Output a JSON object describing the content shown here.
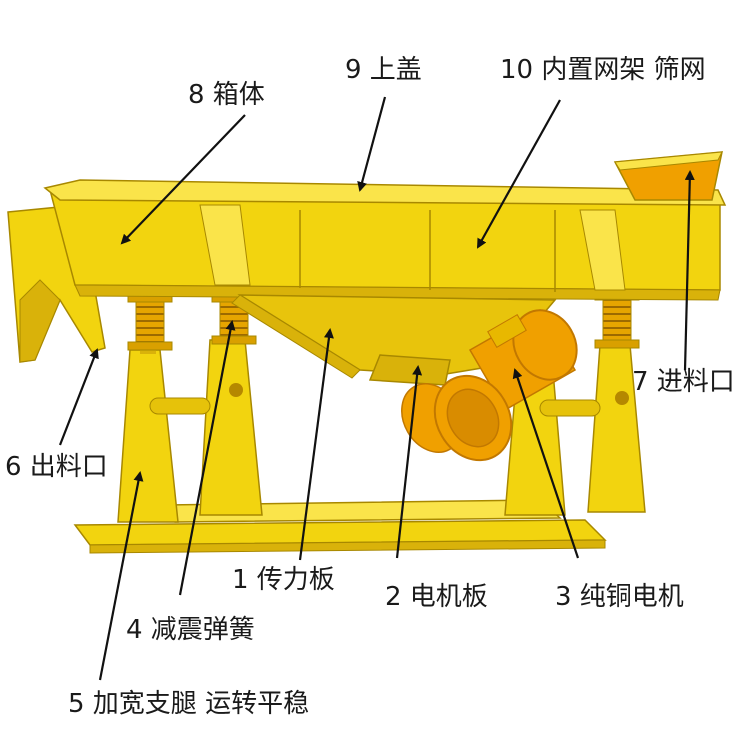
{
  "colors": {
    "body": "#F2D40F",
    "bodyLight": "#FAE44A",
    "bodyDark": "#D9B20A",
    "edge": "#A88800",
    "spring": "#E6A500",
    "motor": "#F0A000",
    "motorDark": "#C27800",
    "arrow": "#111111"
  },
  "labels": {
    "l1": "1 传力板",
    "l2": "2 电机板",
    "l3": "3 纯铜电机",
    "l4": "4 减震弹簧",
    "l5": "5 加宽支腿 运转平稳",
    "l6": "6 出料口",
    "l7": "7 进料口",
    "l8": "8 箱体",
    "l9": "9 上盖",
    "l10": "10 内置网架 筛网"
  }
}
